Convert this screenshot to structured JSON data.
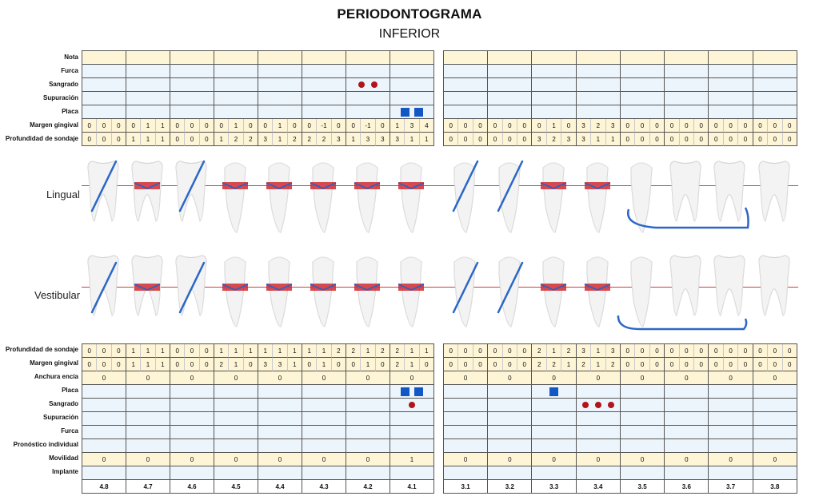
{
  "title": "PERIODONTOGRAMA",
  "subtitle": "INFERIOR",
  "side_labels": {
    "lingual": "Lingual",
    "vestibular": "Vestibular"
  },
  "teeth": [
    "4.8",
    "4.7",
    "4.6",
    "4.5",
    "4.4",
    "4.3",
    "4.2",
    "4.1",
    "3.1",
    "3.2",
    "3.3",
    "3.4",
    "3.5",
    "3.6",
    "3.7",
    "3.8"
  ],
  "top_rows": {
    "nota": "Nota",
    "furca": "Furca",
    "sangrado": "Sangrado",
    "supuracion": "Supuración",
    "placa": "Placa",
    "margen": "Margen gingival",
    "profundidad": "Profundidad de sondaje"
  },
  "bottom_rows": {
    "profundidad": "Profundidad de sondaje",
    "margen": "Margen gingival",
    "anchura": "Anchura encia",
    "placa": "Placa",
    "sangrado": "Sangrado",
    "supuracion": "Supuración",
    "furca": "Furca",
    "pronostico": "Pronóstico individual",
    "movilidad": "Movilidad",
    "implante": "Implante"
  },
  "top_values": {
    "margen": [
      [
        "0",
        "0",
        "0"
      ],
      [
        "0",
        "1",
        "1"
      ],
      [
        "0",
        "0",
        "0"
      ],
      [
        "0",
        "1",
        "0"
      ],
      [
        "0",
        "1",
        "0"
      ],
      [
        "0",
        "-1",
        "0"
      ],
      [
        "0",
        "-1",
        "0"
      ],
      [
        "1",
        "3",
        "4"
      ],
      [
        "0",
        "0",
        "0"
      ],
      [
        "0",
        "0",
        "0"
      ],
      [
        "0",
        "1",
        "0"
      ],
      [
        "3",
        "2",
        "3"
      ],
      [
        "0",
        "0",
        "0"
      ],
      [
        "0",
        "0",
        "0"
      ],
      [
        "0",
        "0",
        "0"
      ],
      [
        "0",
        "0",
        "0"
      ]
    ],
    "profundidad": [
      [
        "0",
        "0",
        "0"
      ],
      [
        "1",
        "1",
        "1"
      ],
      [
        "0",
        "0",
        "0"
      ],
      [
        "1",
        "2",
        "2"
      ],
      [
        "3",
        "1",
        "2"
      ],
      [
        "2",
        "2",
        "3"
      ],
      [
        "1",
        "3",
        "3"
      ],
      [
        "3",
        "1",
        "1"
      ],
      [
        "0",
        "0",
        "0"
      ],
      [
        "0",
        "0",
        "0"
      ],
      [
        "3",
        "2",
        "3"
      ],
      [
        "3",
        "1",
        "1"
      ],
      [
        "0",
        "0",
        "0"
      ],
      [
        "0",
        "0",
        "0"
      ],
      [
        "0",
        "0",
        "0"
      ],
      [
        "0",
        "0",
        "0"
      ]
    ],
    "sangrado_teeth": {
      "6": 2
    },
    "placa_teeth": {
      "7": 2
    }
  },
  "bottom_values": {
    "profundidad": [
      [
        "0",
        "0",
        "0"
      ],
      [
        "1",
        "1",
        "1"
      ],
      [
        "0",
        "0",
        "0"
      ],
      [
        "1",
        "1",
        "1"
      ],
      [
        "1",
        "1",
        "1"
      ],
      [
        "1",
        "1",
        "2"
      ],
      [
        "2",
        "1",
        "2"
      ],
      [
        "2",
        "1",
        "1"
      ],
      [
        "0",
        "0",
        "0"
      ],
      [
        "0",
        "0",
        "0"
      ],
      [
        "2",
        "1",
        "2"
      ],
      [
        "3",
        "1",
        "3"
      ],
      [
        "0",
        "0",
        "0"
      ],
      [
        "0",
        "0",
        "0"
      ],
      [
        "0",
        "0",
        "0"
      ],
      [
        "0",
        "0",
        "0"
      ]
    ],
    "margen": [
      [
        "0",
        "0",
        "0"
      ],
      [
        "1",
        "1",
        "1"
      ],
      [
        "0",
        "0",
        "0"
      ],
      [
        "2",
        "1",
        "0"
      ],
      [
        "3",
        "3",
        "1"
      ],
      [
        "0",
        "1",
        "0"
      ],
      [
        "0",
        "1",
        "0"
      ],
      [
        "2",
        "1",
        "0"
      ],
      [
        "0",
        "0",
        "0"
      ],
      [
        "0",
        "0",
        "0"
      ],
      [
        "2",
        "2",
        "1"
      ],
      [
        "2",
        "1",
        "2"
      ],
      [
        "0",
        "0",
        "0"
      ],
      [
        "0",
        "0",
        "0"
      ],
      [
        "0",
        "0",
        "0"
      ],
      [
        "0",
        "0",
        "0"
      ]
    ],
    "anchura": [
      "0",
      "0",
      "0",
      "0",
      "0",
      "0",
      "0",
      "0",
      "0",
      "0",
      "0",
      "0",
      "0",
      "0",
      "0",
      "0"
    ],
    "movilidad": [
      "0",
      "0",
      "0",
      "0",
      "0",
      "0",
      "0",
      "1",
      "0",
      "0",
      "0",
      "0",
      "0",
      "0",
      "0",
      "0"
    ],
    "placa_teeth": {
      "7": 2,
      "10": 1
    },
    "sangrado_teeth": {
      "7": 1,
      "11": 3
    }
  },
  "colors": {
    "bleeding": "#b3141b",
    "plaque": "#1257c4",
    "gum_line": "#d9383d",
    "nota_bg": "#fdf5d6",
    "row_bg": "#edf5fc"
  }
}
